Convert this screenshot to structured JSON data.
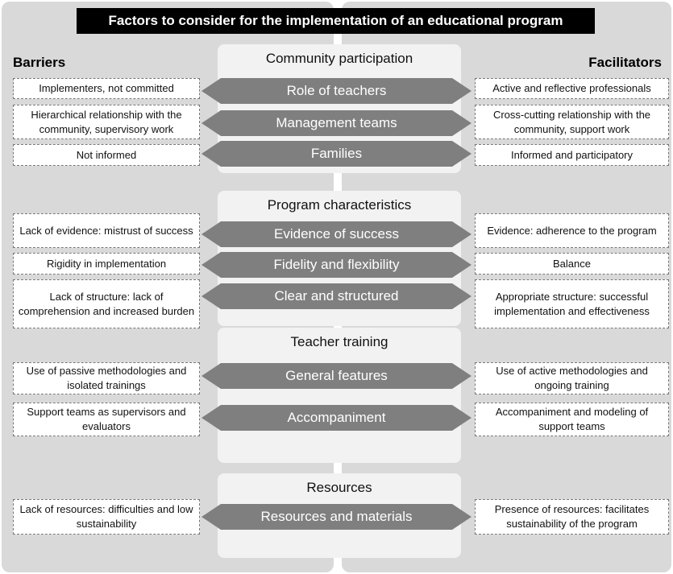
{
  "title": "Factors to consider for the implementation of an educational program",
  "barriers_label": "Barriers",
  "facilitators_label": "Facilitators",
  "sections": [
    {
      "title": "Community participation",
      "rows": [
        {
          "factor": "Role of teachers",
          "barrier": "Implementers, not committed",
          "facilitator": "Active and reflective professionals"
        },
        {
          "factor": "Management teams",
          "barrier": "Hierarchical relationship with the community, supervisory work",
          "facilitator": "Cross-cutting relationship with the community, support work"
        },
        {
          "factor": "Families",
          "barrier": "Not informed",
          "facilitator": "Informed and participatory"
        }
      ]
    },
    {
      "title": "Program characteristics",
      "rows": [
        {
          "factor": "Evidence of success",
          "barrier": "Lack of evidence: mistrust of success",
          "facilitator": "Evidence: adherence to the program"
        },
        {
          "factor": "Fidelity and flexibility",
          "barrier": "Rigidity in implementation",
          "facilitator": "Balance"
        },
        {
          "factor": "Clear and structured",
          "barrier": "Lack of structure: lack of comprehension and increased burden",
          "facilitator": "Appropriate structure: successful implementation and effectiveness"
        }
      ]
    },
    {
      "title": "Teacher training",
      "rows": [
        {
          "factor": "General features",
          "barrier": "Use of passive methodologies and isolated trainings",
          "facilitator": "Use of active methodologies and ongoing training"
        },
        {
          "factor": "Accompaniment",
          "barrier": "Support teams as supervisors and evaluators",
          "facilitator": "Accompaniment and modeling of support teams"
        }
      ]
    },
    {
      "title": "Resources",
      "rows": [
        {
          "factor": "Resources and materials",
          "barrier": "Lack of resources: difficulties and low sustainability",
          "facilitator": "Presence of resources: facilitates sustainability of the program"
        }
      ]
    }
  ]
}
